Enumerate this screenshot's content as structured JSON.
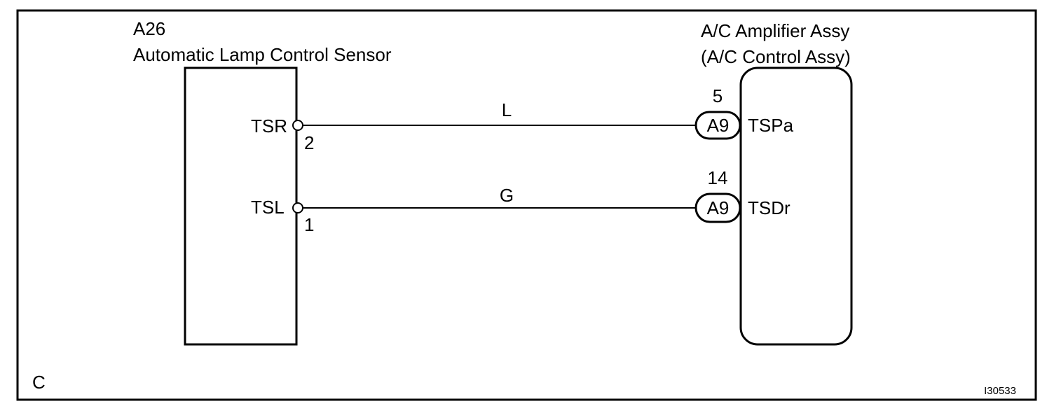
{
  "sensor": {
    "code": "A26",
    "name": "Automatic Lamp Control Sensor",
    "pins": [
      {
        "name": "TSR",
        "number": "2"
      },
      {
        "name": "TSL",
        "number": "1"
      }
    ]
  },
  "amplifier": {
    "name_line1": "A/C Amplifier Assy",
    "name_line2": "(A/C Control Assy)",
    "connectors": [
      {
        "label": "A9",
        "pin_number": "5",
        "terminal": "TSPa"
      },
      {
        "label": "A9",
        "pin_number": "14",
        "terminal": "TSDr"
      }
    ]
  },
  "wires": [
    {
      "color_code": "L"
    },
    {
      "color_code": "G"
    }
  ],
  "footer": {
    "corner_letter": "C",
    "figure_id": "I30533"
  }
}
